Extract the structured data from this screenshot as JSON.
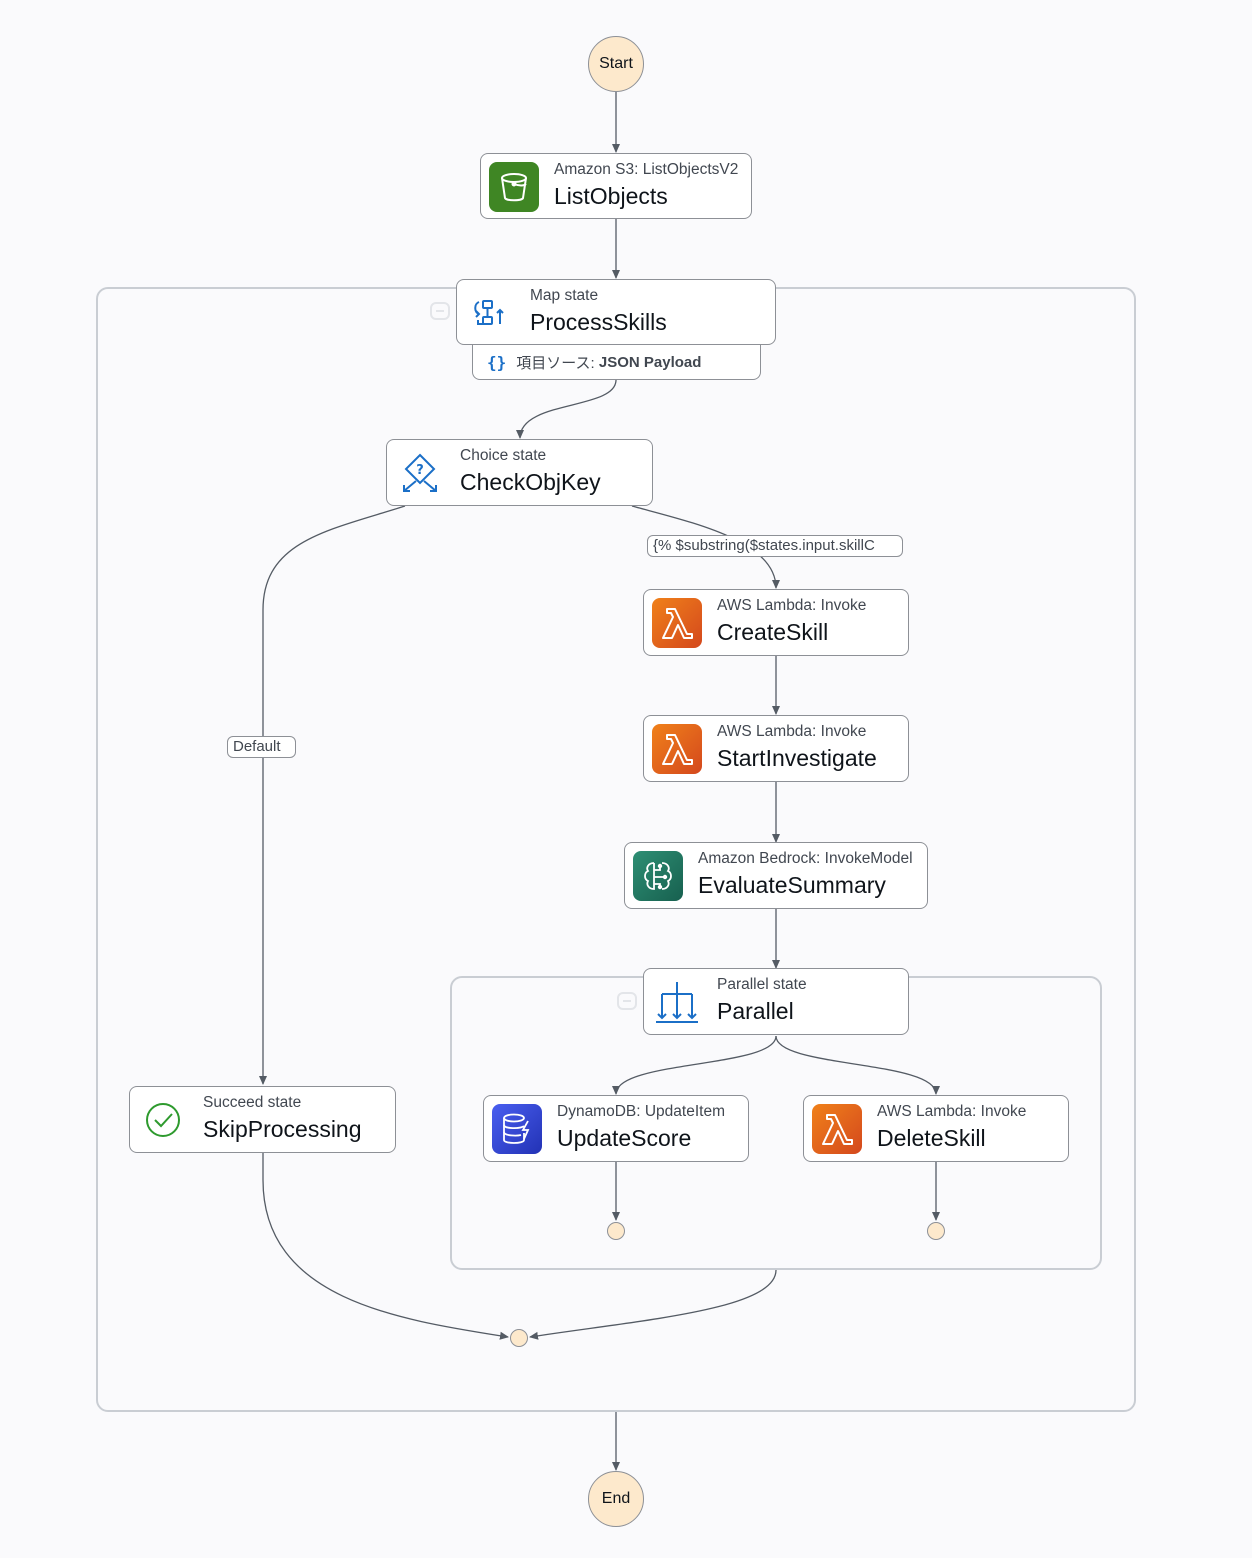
{
  "terminals": {
    "start": "Start",
    "end": "End"
  },
  "nodes": {
    "list_objects": {
      "subtitle": "Amazon S3: ListObjectsV2",
      "title": "ListObjects",
      "icon": "s3-bucket-icon",
      "color": "#3f8624"
    },
    "process_skills": {
      "subtitle": "Map state",
      "title": "ProcessSkills",
      "icon": "map-state-icon"
    },
    "check_obj_key": {
      "subtitle": "Choice state",
      "title": "CheckObjKey",
      "icon": "choice-state-icon"
    },
    "create_skill": {
      "subtitle": "AWS Lambda: Invoke",
      "title": "CreateSkill",
      "icon": "lambda-icon",
      "color": "#e7731b"
    },
    "start_investigate": {
      "subtitle": "AWS Lambda: Invoke",
      "title": "StartInvestigate",
      "icon": "lambda-icon",
      "color": "#e7731b"
    },
    "evaluate_summary": {
      "subtitle": "Amazon Bedrock: InvokeModel",
      "title": "EvaluateSummary",
      "icon": "bedrock-icon",
      "color": "#1f7a62"
    },
    "parallel": {
      "subtitle": "Parallel state",
      "title": "Parallel",
      "icon": "parallel-state-icon"
    },
    "skip_processing": {
      "subtitle": "Succeed state",
      "title": "SkipProcessing",
      "icon": "succeed-check-icon",
      "color": "#2e9a2e"
    },
    "update_score": {
      "subtitle": "DynamoDB: UpdateItem",
      "title": "UpdateScore",
      "icon": "dynamodb-icon",
      "color": "#3346d3"
    },
    "delete_skill": {
      "subtitle": "AWS Lambda: Invoke",
      "title": "DeleteSkill",
      "icon": "lambda-icon",
      "color": "#e7731b"
    }
  },
  "map_item_source": {
    "label": "項目ソース:",
    "value": "JSON Payload",
    "icon": "json-braces-icon"
  },
  "edge_labels": {
    "choice_condition": "{% $substring($states.input.skillC",
    "default": "Default"
  },
  "colors": {
    "terminal_fill": "#fde9cc",
    "edge": "#545b64",
    "accent_blue": "#1b6fc7"
  }
}
